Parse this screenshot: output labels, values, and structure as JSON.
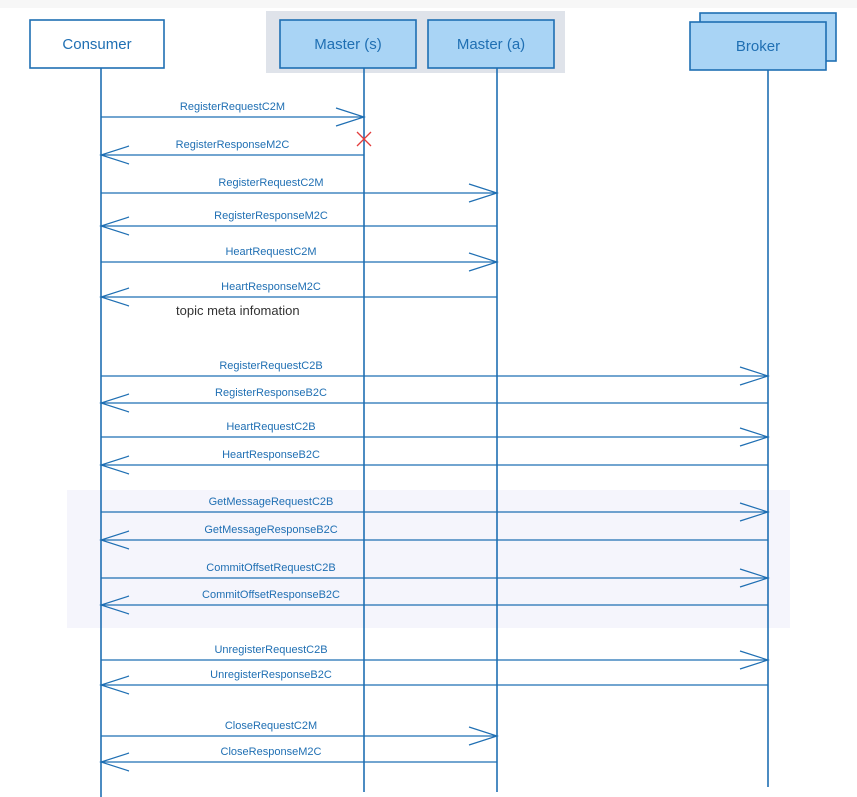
{
  "participants": [
    {
      "id": "consumer",
      "label": "Consumer",
      "style": "plain"
    },
    {
      "id": "master_s",
      "label": "Master (s)",
      "style": "filled"
    },
    {
      "id": "master_a",
      "label": "Master (a)",
      "style": "filled"
    },
    {
      "id": "broker",
      "label": "Broker",
      "style": "stacked"
    }
  ],
  "messages": [
    {
      "label": "RegisterRequestC2M",
      "from": "consumer",
      "to": "master_s",
      "failed": false
    },
    {
      "label": "RegisterResponseM2C",
      "from": "master_s",
      "to": "consumer",
      "failed": true
    },
    {
      "label": "RegisterRequestC2M",
      "from": "consumer",
      "to": "master_a",
      "failed": false
    },
    {
      "label": "RegisterResponseM2C",
      "from": "master_a",
      "to": "consumer",
      "failed": false
    },
    {
      "label": "HeartRequestC2M",
      "from": "consumer",
      "to": "master_a",
      "failed": false
    },
    {
      "label": "HeartResponseM2C",
      "from": "master_a",
      "to": "consumer",
      "failed": false
    },
    {
      "label": "RegisterRequestC2B",
      "from": "consumer",
      "to": "broker",
      "failed": false
    },
    {
      "label": "RegisterResponseB2C",
      "from": "broker",
      "to": "consumer",
      "failed": false
    },
    {
      "label": "HeartRequestC2B",
      "from": "consumer",
      "to": "broker",
      "failed": false
    },
    {
      "label": "HeartResponseB2C",
      "from": "broker",
      "to": "consumer",
      "failed": false
    },
    {
      "label": "GetMessageRequestC2B",
      "from": "consumer",
      "to": "broker",
      "failed": false
    },
    {
      "label": "GetMessageResponseB2C",
      "from": "broker",
      "to": "consumer",
      "failed": false
    },
    {
      "label": "CommitOffsetRequestC2B",
      "from": "consumer",
      "to": "broker",
      "failed": false
    },
    {
      "label": "CommitOffsetResponseB2C",
      "from": "broker",
      "to": "consumer",
      "failed": false
    },
    {
      "label": "UnregisterRequestC2B",
      "from": "consumer",
      "to": "broker",
      "failed": false
    },
    {
      "label": "UnregisterResponseB2C",
      "from": "broker",
      "to": "consumer",
      "failed": false
    },
    {
      "label": "CloseRequestC2M",
      "from": "consumer",
      "to": "master_a",
      "failed": false
    },
    {
      "label": "CloseResponseM2C",
      "from": "master_a",
      "to": "consumer",
      "failed": false
    }
  ],
  "note": {
    "text": "topic meta infomation",
    "after_message": 5
  },
  "colors": {
    "line": "#1f6fb3",
    "participant_fill": "#a9d4f5",
    "group_background": "#dfe3ea",
    "loop_background": "#f5f5fc",
    "fail_mark": "#e23c3c"
  }
}
